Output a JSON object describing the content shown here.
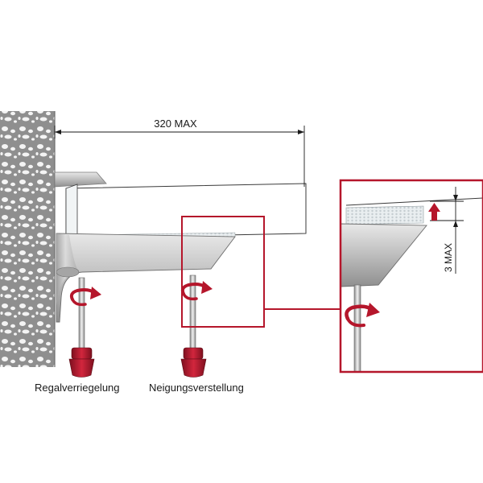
{
  "dimensions": {
    "width_label": "320 MAX",
    "gap_label": "3 MAX"
  },
  "labels": {
    "shelf_lock": "Regalverriegelung",
    "tilt_adjust": "Neigungsverstellung"
  },
  "colors": {
    "accent": "#b5162b",
    "accent_dark": "#7d0f1e",
    "bracket_metal": "#c6c6c6",
    "wall_stone": "#9a9a9a"
  },
  "icons": {
    "rotate_arrow": "rotate-arrow-icon",
    "up_arrow": "up-arrow-icon"
  }
}
